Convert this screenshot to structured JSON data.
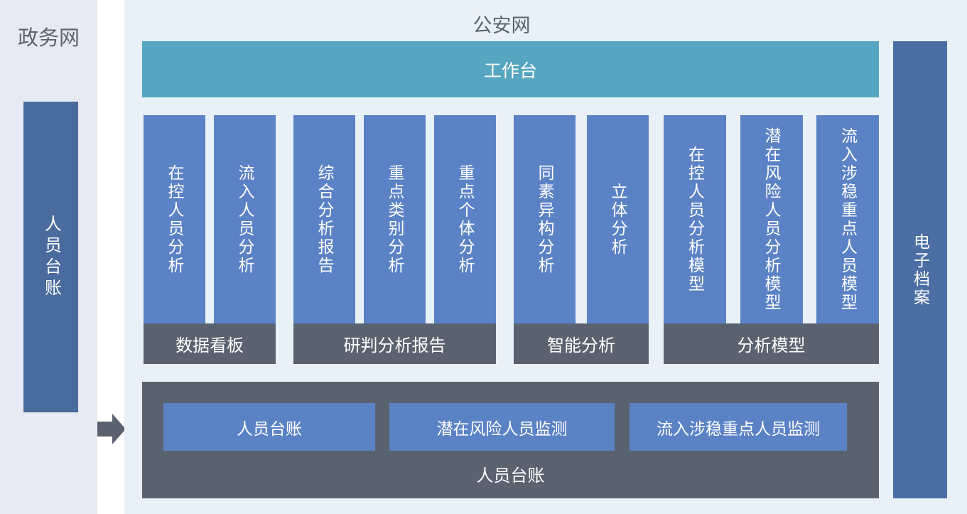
{
  "left_panel": {
    "title": "政务网",
    "bar_label": "人员台账"
  },
  "main_panel": {
    "title": "公安网",
    "workbench_label": "工作台",
    "groups": [
      {
        "footer": "数据看板",
        "bars": [
          "在控人员分析",
          "流入人员分析"
        ]
      },
      {
        "footer": "研判分析报告",
        "bars": [
          "综合分析报告",
          "重点类别分析",
          "重点个体分析"
        ]
      },
      {
        "footer": "智能分析",
        "bars": [
          "同素异构分析",
          "立体分析"
        ]
      },
      {
        "footer": "分析模型",
        "bars": [
          "在控人员分析模型",
          "潜在风险人员分析模型",
          "流入涉稳重点人员模型"
        ]
      }
    ],
    "bottom_panel": {
      "buttons": [
        "人员台账",
        "潜在风险人员监测",
        "流入涉稳重点人员监测"
      ],
      "label": "人员台账"
    },
    "right_bar_label": "电子档案"
  },
  "icons": {
    "flow_arrow": "right-arrow"
  },
  "colors": {
    "bg_page": "#ffffff",
    "bg_left_panel": "#e8eaf3",
    "bg_main_panel": "#e9f1f8",
    "teal": "#56a5c1",
    "bar_blue": "#5b82c5",
    "side_bar_left": "#4a6b9e",
    "side_bar_right": "#4b6fa4",
    "dark_slate": "#5a6270",
    "title_text": "#5a6372",
    "white_text": "#ffffff"
  }
}
